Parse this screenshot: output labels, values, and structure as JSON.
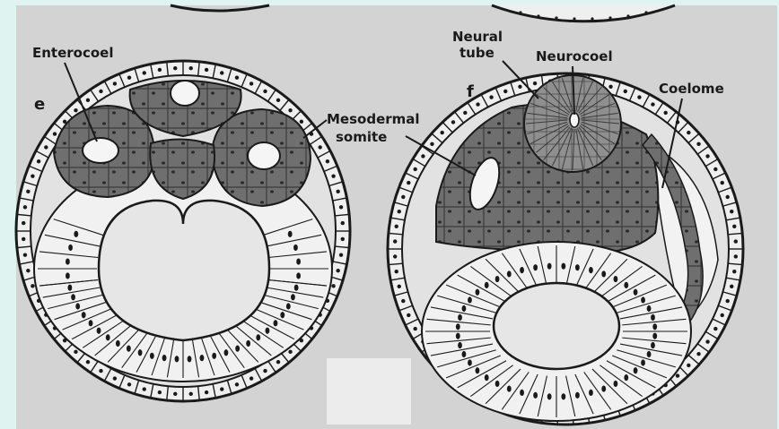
{
  "panels": [
    {
      "letter": "e",
      "labels": {
        "enterocoel": "Enterocoel"
      }
    },
    {
      "letter": "f",
      "labels": {
        "neural_tube_line1": "Neural",
        "neural_tube_line2": "tube",
        "neurocoel": "Neurocoel",
        "coelome": "Coelome"
      }
    }
  ],
  "shared_labels": {
    "mesodermal_line1": "Mesodermal",
    "mesodermal_line2": "somite"
  },
  "colors": {
    "frame": "#dff3f1",
    "paper": "#d8d8d8",
    "ink": "#1a1a1a",
    "mesoderm": "#6f6f6f",
    "neural": "#9a9a9a",
    "cell": "#ececec"
  }
}
